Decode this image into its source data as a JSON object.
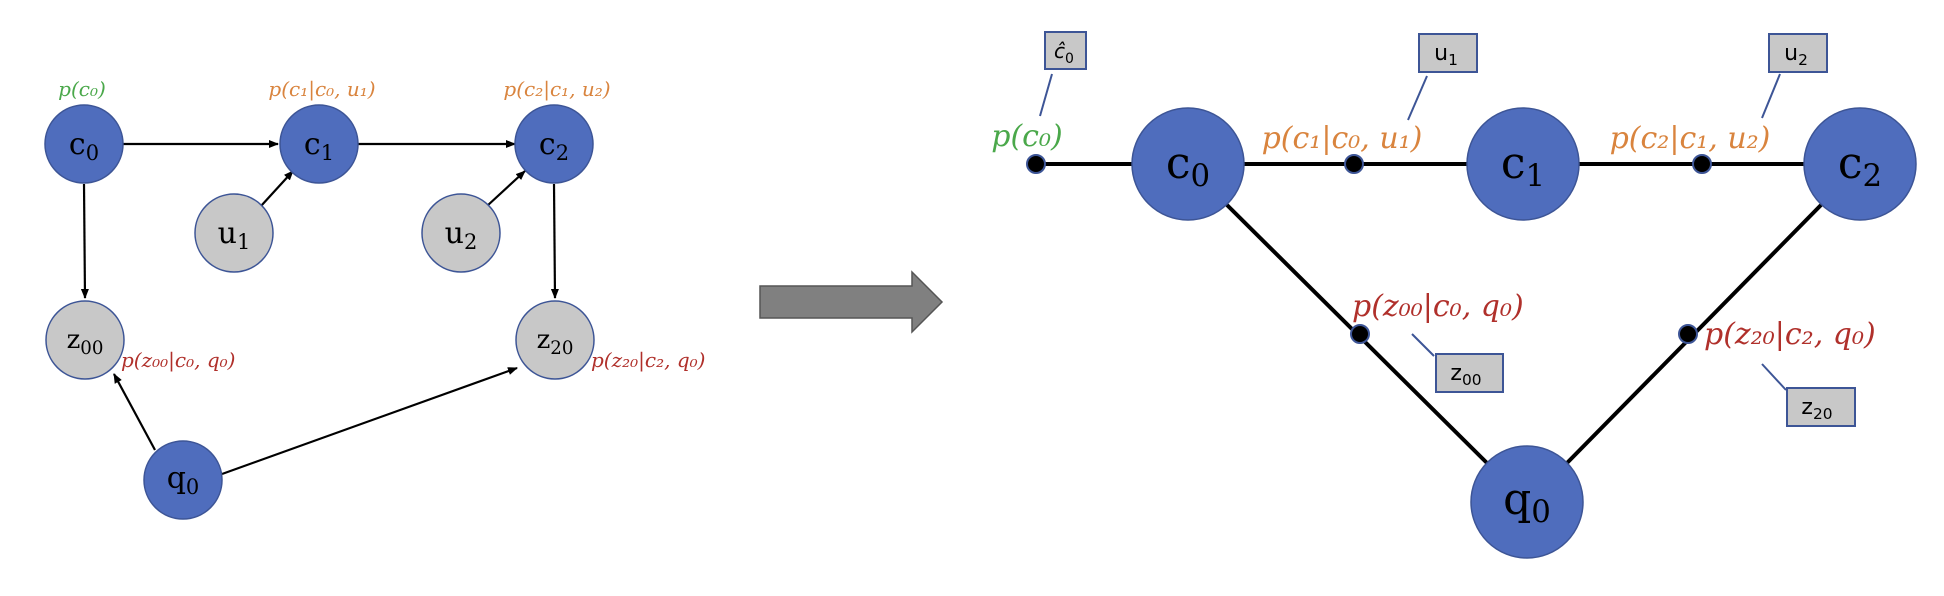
{
  "colors": {
    "blue_node": "#4f6dbd",
    "gray_node": "#c8c8c8",
    "node_stroke": "#3d5596",
    "green_label": "#4aa84a",
    "orange_label": "#d9843e",
    "red_label": "#b0302b",
    "arrow_gray": "#808080"
  },
  "left_graph": {
    "nodes": {
      "c0": {
        "base": "c",
        "sub": "0"
      },
      "c1": {
        "base": "c",
        "sub": "1"
      },
      "c2": {
        "base": "c",
        "sub": "2"
      },
      "u1": {
        "base": "u",
        "sub": "1"
      },
      "u2": {
        "base": "u",
        "sub": "2"
      },
      "z00": {
        "base": "z",
        "sub": "00"
      },
      "z20": {
        "base": "z",
        "sub": "20"
      },
      "q0": {
        "base": "q",
        "sub": "0"
      }
    },
    "labels": {
      "p_c0": "p(c₀)",
      "p_c1": "p(c₁|c₀, u₁)",
      "p_c2": "p(c₂|c₁, u₂)",
      "p_z00": "p(z₀₀|c₀, q₀)",
      "p_z20": "p(z₂₀|c₂, q₀)"
    }
  },
  "right_graph": {
    "nodes": {
      "c0": {
        "base": "c",
        "sub": "0"
      },
      "c1": {
        "base": "c",
        "sub": "1"
      },
      "c2": {
        "base": "c",
        "sub": "2"
      },
      "q0": {
        "base": "q",
        "sub": "0"
      }
    },
    "factor_labels": {
      "p_c0": "p(c₀)",
      "p_c1": "p(c₁|c₀, u₁)",
      "p_c2": "p(c₂|c₁, u₂)",
      "p_z00": "p(z₀₀|c₀, q₀)",
      "p_z20": "p(z₂₀|c₂, q₀)"
    },
    "boxes": {
      "c0hat": {
        "base": "ĉ",
        "sub": "0"
      },
      "u1": {
        "base": "u",
        "sub": "1"
      },
      "u2": {
        "base": "u",
        "sub": "2"
      },
      "z00": {
        "base": "z",
        "sub": "00"
      },
      "z20": {
        "base": "z",
        "sub": "20"
      }
    }
  }
}
